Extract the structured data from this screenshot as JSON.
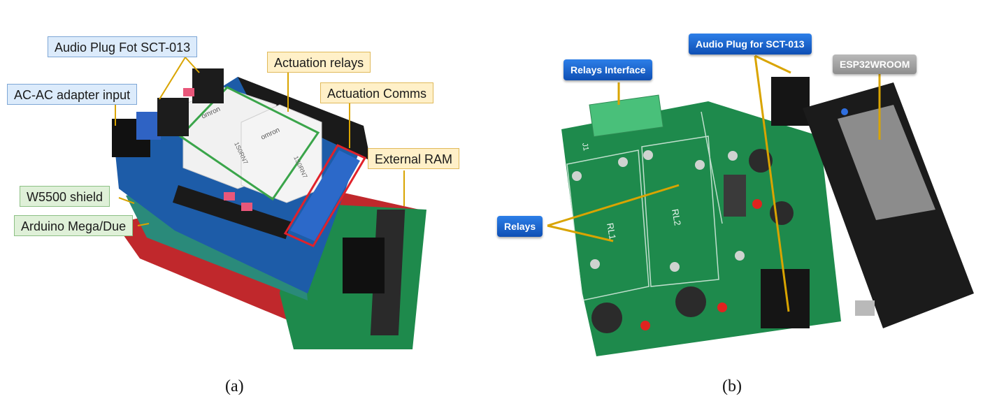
{
  "panel_a": {
    "caption": "(a)",
    "labels": {
      "audio_plug": "Audio Plug Fot SCT-013",
      "ac_adapter": "AC-AC adapter input",
      "actuation_relays": "Actuation relays",
      "actuation_comms": "Actuation Comms",
      "external_ram": "External RAM",
      "w5500": "W5500 shield",
      "arduino": "Arduino Mega/Due"
    },
    "relay_text": "omron",
    "relay_code": "1S0RN7"
  },
  "panel_b": {
    "caption": "(b)",
    "labels": {
      "relays_interface": "Relays Interface",
      "audio_plug": "Audio Plug for SCT-013",
      "esp32": "ESP32WROOM",
      "relays": "Relays"
    },
    "silk": {
      "rl1": "RL1",
      "rl2": "RL2",
      "j1": "J1"
    }
  },
  "colors": {
    "pcb_green": "#1e8a4c",
    "shield_blue": "#1d5ca8",
    "arduino_red": "#c0282c",
    "esp_black": "#1b1b1b",
    "callout_line": "#d9a400"
  }
}
